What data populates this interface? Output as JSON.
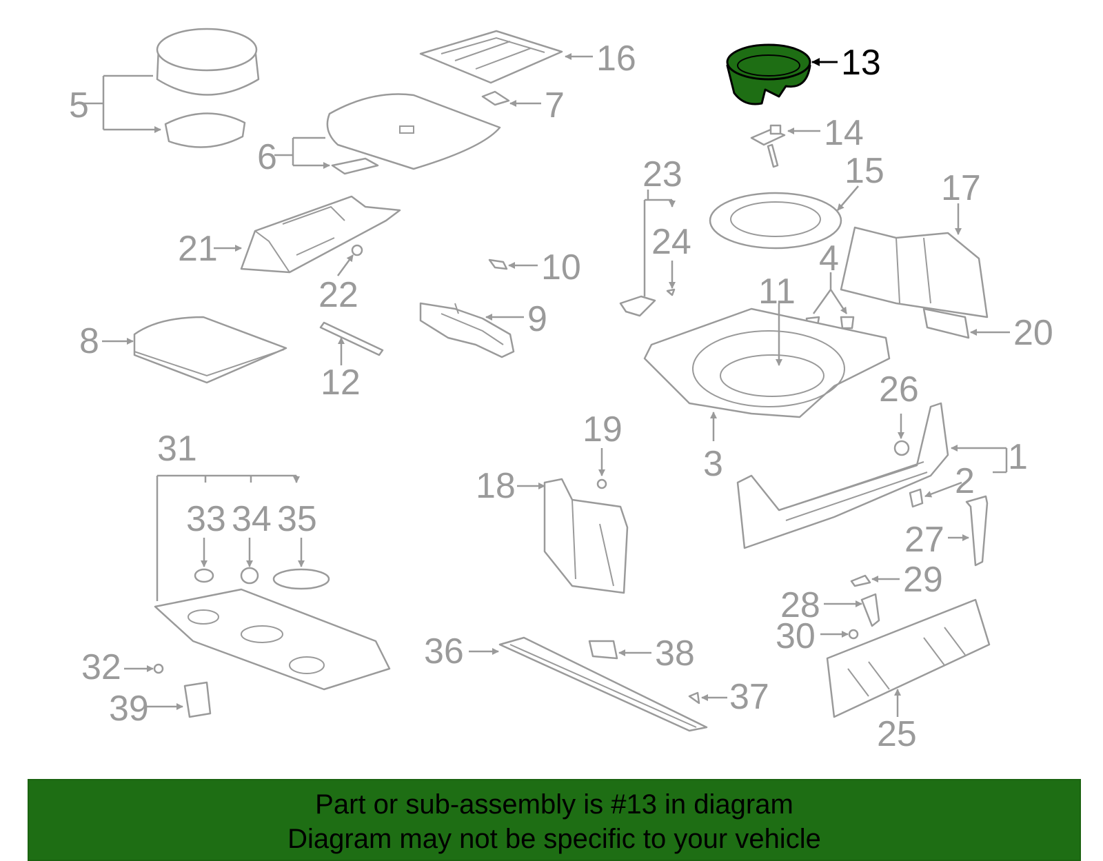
{
  "diagram": {
    "highlighted_part": "13",
    "highlight_color": "#1e6e14",
    "callouts": [
      "1",
      "2",
      "3",
      "4",
      "5",
      "6",
      "7",
      "8",
      "9",
      "10",
      "11",
      "12",
      "13",
      "14",
      "15",
      "16",
      "17",
      "18",
      "19",
      "20",
      "21",
      "22",
      "23",
      "24",
      "25",
      "26",
      "27",
      "28",
      "29",
      "30",
      "31",
      "32",
      "33",
      "34",
      "35",
      "36",
      "37",
      "38",
      "39"
    ]
  },
  "caption": {
    "background": "#1e6e14",
    "line1": "Part or sub-assembly is #13 in diagram",
    "line2": "Diagram may not be specific to your vehicle"
  }
}
